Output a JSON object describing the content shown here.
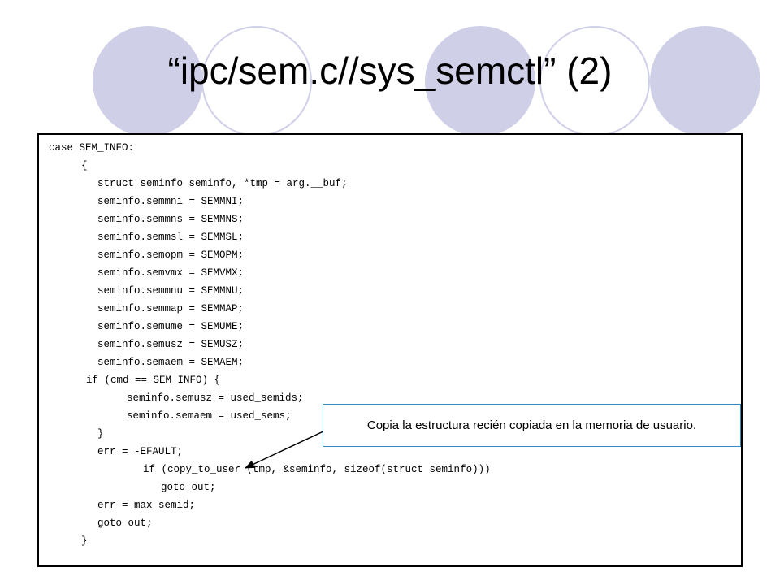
{
  "title": "“ipc/sem.c//sys_semctl” (2)",
  "colors": {
    "circle_fill": "#cfcfe8",
    "callout_border": "#2e8bc4",
    "code_border": "#000000",
    "arrow": "#000000"
  },
  "code_lines": [
    "case SEM_INFO:",
    "{",
    "struct seminfo seminfo, *tmp = arg.__buf;",
    "seminfo.semmni = SEMMNI;",
    "seminfo.semmns = SEMMNS;",
    "seminfo.semmsl = SEMMSL;",
    "seminfo.semopm = SEMOPM;",
    "seminfo.semvmx = SEMVMX;",
    "seminfo.semmnu = SEMMNU;",
    "seminfo.semmap = SEMMAP;",
    "seminfo.semume = SEMUME;",
    "seminfo.semusz = SEMUSZ;",
    "seminfo.semaem = SEMAEM;",
    "if (cmd == SEM_INFO) {",
    "seminfo.semusz = used_semids;",
    "seminfo.semaem = used_sems;",
    "}",
    "err = -EFAULT;",
    "if (copy_to_user (tmp, &seminfo, sizeof(struct seminfo)))",
    "goto out;",
    "err = max_semid;",
    "goto out;",
    "}"
  ],
  "callout": {
    "text": "Copia la estructura recién copiada en la memoria de usuario."
  }
}
